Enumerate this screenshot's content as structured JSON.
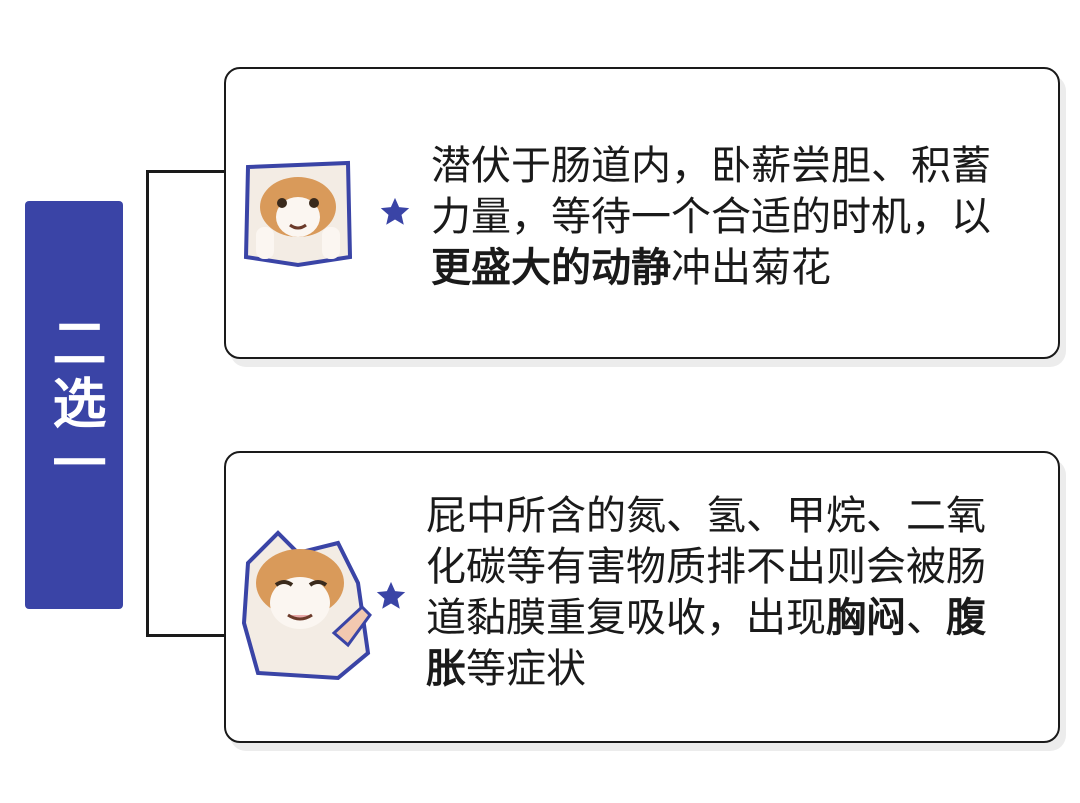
{
  "label": {
    "text": "二选一",
    "color": "#3a44a6"
  },
  "cards": [
    {
      "segments": [
        {
          "text": "潜伏于肠道内，卧薪尝胆、积蓄力量，等待一个合适的时机，以",
          "bold": false
        },
        {
          "text": "更盛大的动静",
          "bold": true
        },
        {
          "text": "冲出菊花",
          "bold": false
        }
      ],
      "icon": "cat-sticker-icon"
    },
    {
      "segments": [
        {
          "text": "屁中所含的氮、氢、甲烷、二氧化碳等有害物质排不出则会被肠道黏膜重复吸收，出现",
          "bold": false
        },
        {
          "text": "胸闷",
          "bold": true
        },
        {
          "text": "、",
          "bold": false
        },
        {
          "text": "腹胀",
          "bold": true
        },
        {
          "text": "等症状",
          "bold": false
        }
      ],
      "icon": "cat-sticker-icon"
    }
  ],
  "colors": {
    "accent": "#3a44a6",
    "border": "#1a1a1a"
  }
}
